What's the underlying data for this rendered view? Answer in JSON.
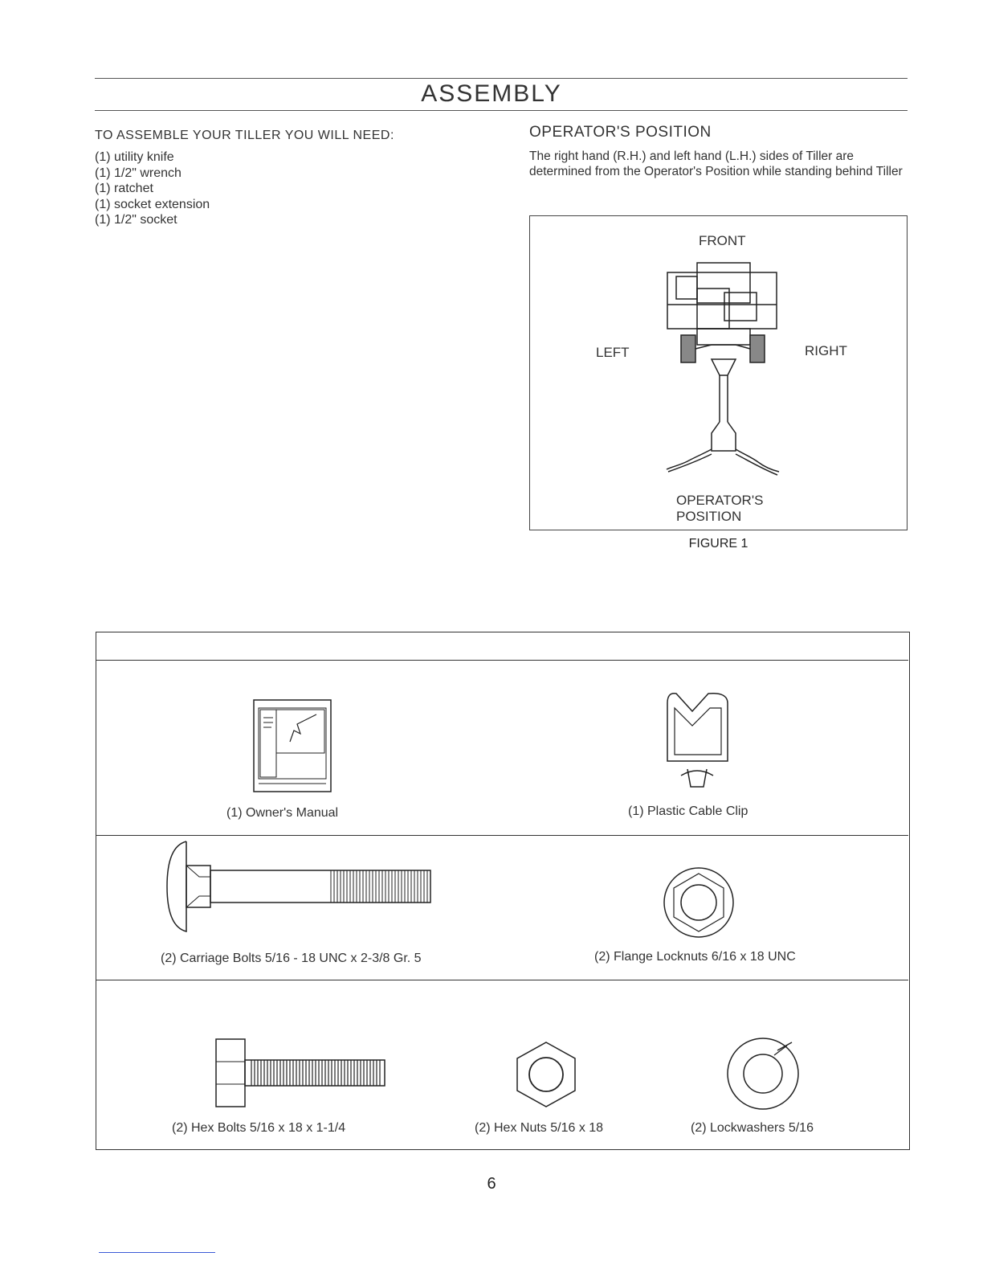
{
  "header": {
    "title": "ASSEMBLY"
  },
  "tools": {
    "heading": "TO ASSEMBLE YOUR TILLER YOU WILL NEED:",
    "items": [
      "(1) utility knife",
      "(1) 1/2\" wrench",
      "(1) ratchet",
      "(1) socket extension",
      "(1) 1/2\" socket"
    ]
  },
  "operator": {
    "heading": "OPERATOR'S POSITION",
    "text": "The right hand (R.H.) and left hand (L.H.) sides of Tiller are determined from the Operator's Position while standing behind Tiller"
  },
  "figure": {
    "front": "FRONT",
    "left": "LEFT",
    "right": "RIGHT",
    "operator_line1": "OPERATOR'S",
    "operator_line2": "POSITION",
    "caption": "FIGURE 1"
  },
  "parts": {
    "owners_manual": "(1) Owner's Manual",
    "cable_clip": "(1) Plastic Cable Clip",
    "carriage_bolts": "(2) Carriage Bolts 5/16 - 18 UNC x 2-3/8 Gr. 5",
    "flange_locknuts": "(2) Flange Locknuts 6/16 x 18 UNC",
    "hex_bolts": "(2) Hex Bolts 5/16 x 18 x 1-1/4",
    "hex_nuts": "(2) Hex Nuts 5/16 x 18",
    "lockwashers": "(2) Lockwashers 5/16"
  },
  "footer": {
    "page_number": "6"
  }
}
